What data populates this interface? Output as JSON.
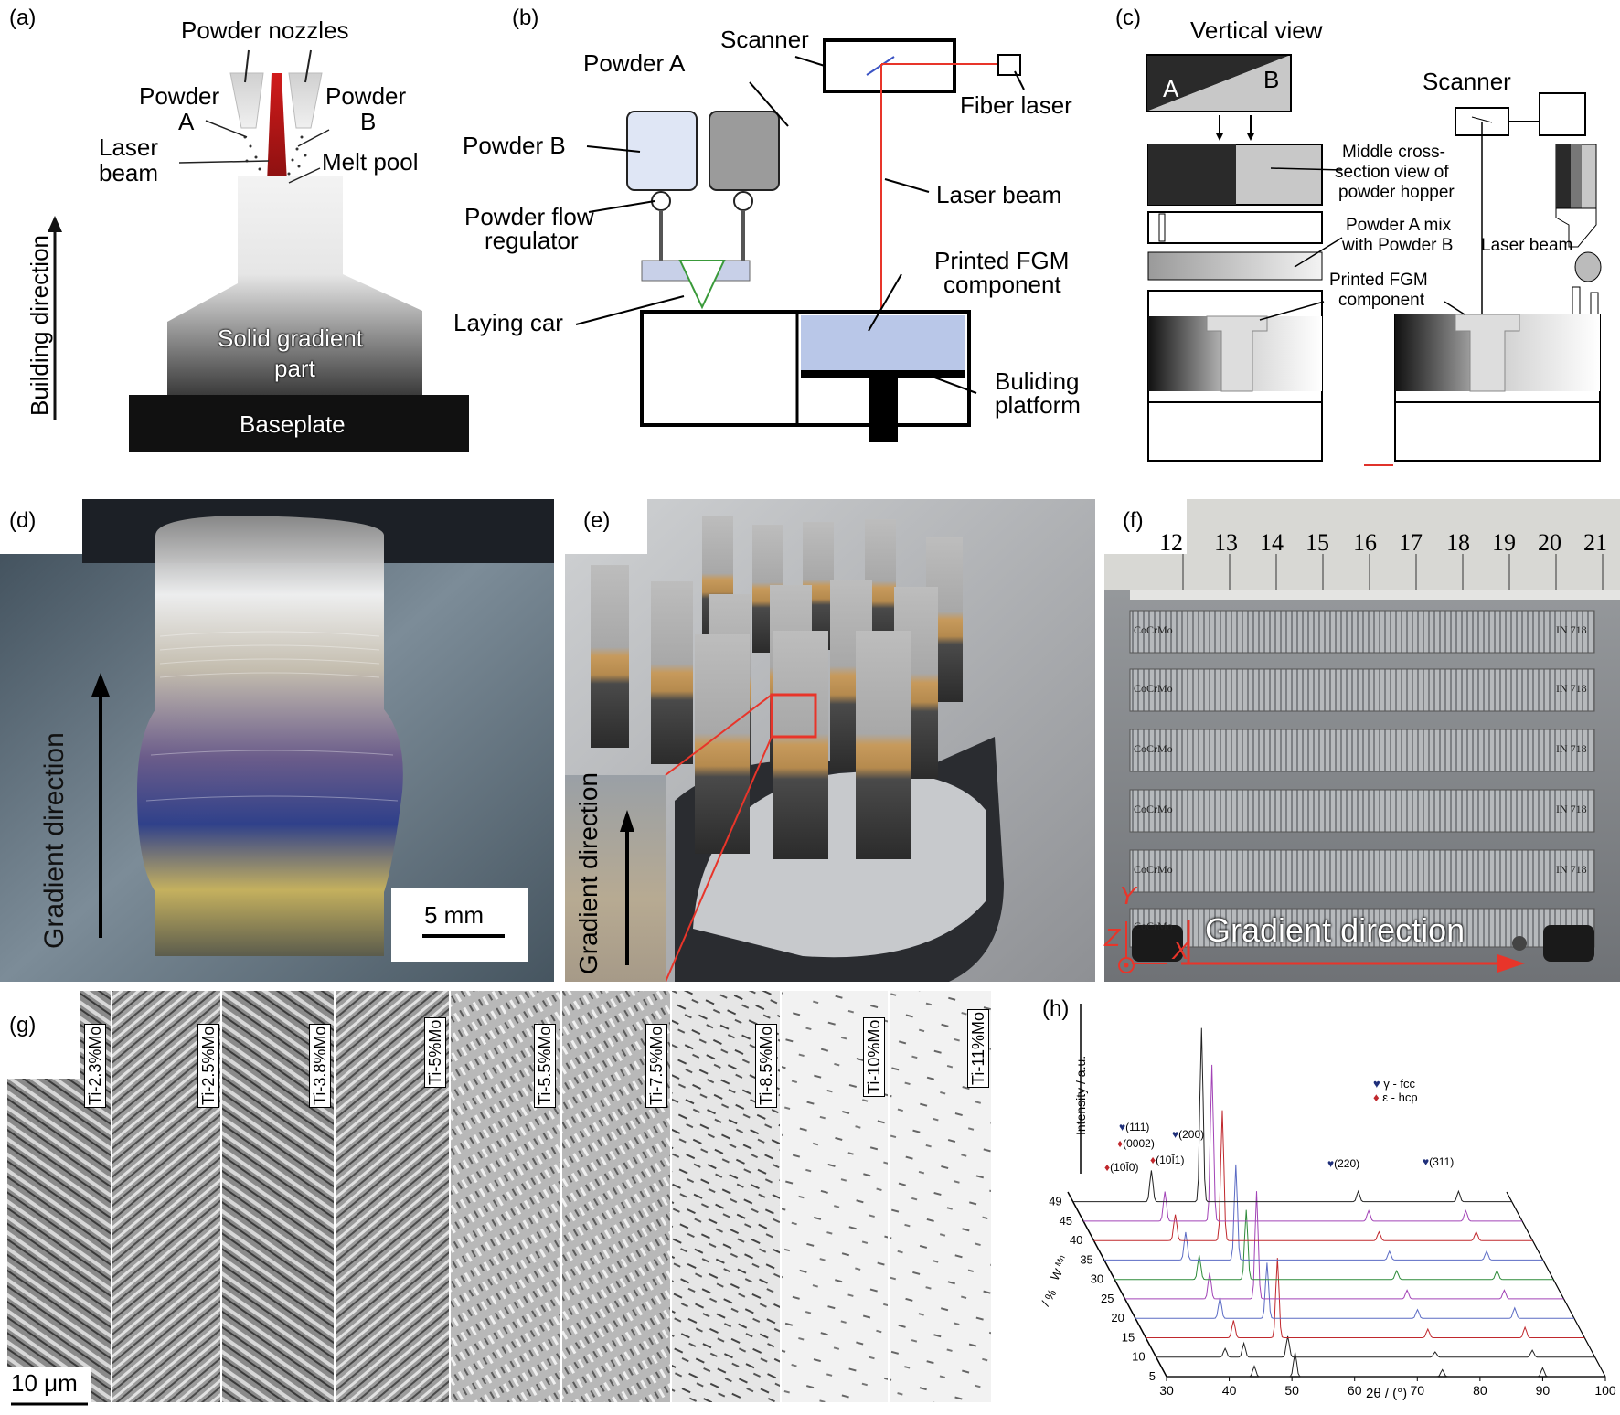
{
  "panels": {
    "a": {
      "label": "(a)",
      "powder_nozzles": "Powder nozzles",
      "powder_a_1": "Powder",
      "powder_a_2": "A",
      "powder_b_1": "Powder",
      "powder_b_2": "B",
      "laser_1": "Laser",
      "laser_2": "beam",
      "melt_pool": "Melt pool",
      "building_direction": "Building direction",
      "part_1": "Solid gradient",
      "part_2": "part",
      "baseplate": "Baseplate"
    },
    "b": {
      "label": "(b)",
      "scanner": "Scanner",
      "powder_a": "Powder A",
      "powder_b": "Powder B",
      "fiber_laser": "Fiber laser",
      "laser_beam": "Laser beam",
      "regulator_1": "Powder flow",
      "regulator_2": "regulator",
      "printed_1": "Printed FGM",
      "printed_2": "component",
      "laying_car": "Laying car",
      "platform_1": "Buliding",
      "platform_2": "platform"
    },
    "c": {
      "label": "(c)",
      "vertical_view": "Vertical view",
      "a": "A",
      "b": "B",
      "scanner": "Scanner",
      "hopper_1": "Middle cross-",
      "hopper_2": "section view of",
      "hopper_3": "powder hopper",
      "mix_1": "Powder A mix",
      "mix_2": "with Powder B",
      "laser_beam": "Laser beam",
      "fgm_1": "Printed FGM",
      "fgm_2": "component"
    },
    "d": {
      "label": "(d)",
      "gradient_direction": "Gradient direction",
      "scale": "5 mm"
    },
    "e": {
      "label": "(e)",
      "gradient_direction": "Gradient direction"
    },
    "f": {
      "label": "(f)",
      "ruler_numbers": [
        "12",
        "13",
        "14",
        "15",
        "16",
        "17",
        "18",
        "19",
        "20",
        "21"
      ],
      "bar_left": "CoCrMo",
      "bar_right": "IN 718",
      "axis_y": "Y",
      "axis_z": "Z",
      "axis_x": "X",
      "gradient_direction": "Gradient direction"
    },
    "g": {
      "label": "(g)",
      "compositions": [
        "Ti-2.3%Mo",
        "Ti-2.5%Mo",
        "Ti-3.8%Mo",
        "Ti-5%Mo",
        "Ti-5.5%Mo",
        "Ti-7.5%Mo",
        "Ti-8.5%Mo",
        "Ti-10%Mo",
        "Ti-11%Mo"
      ],
      "scale": "10 μm"
    },
    "h": {
      "label": "(h)",
      "ylabel": "Intensity / a.u.",
      "zlabel": "W",
      "zlabel_2": "Mn",
      "zlabel_3": "/ %",
      "xlabel": "2θ / (°)",
      "legend": [
        {
          "symbol": "♥",
          "text": "γ - fcc",
          "color": "#1f2f7a"
        },
        {
          "symbol": "♦",
          "text": "ε - hcp",
          "color": "#c0282d"
        }
      ],
      "peak_labels": [
        {
          "text": "(111)",
          "phase": "fcc"
        },
        {
          "text": "(200)",
          "phase": "fcc"
        },
        {
          "text": "(0002)",
          "phase": "hcp"
        },
        {
          "text": "(10Ī1)",
          "phase": "hcp"
        },
        {
          "text": "(10Ī0)",
          "phase": "hcp"
        },
        {
          "text": "(220)",
          "phase": "fcc"
        },
        {
          "text": "(311)",
          "phase": "fcc"
        }
      ]
    }
  },
  "chart_data": {
    "type": "line",
    "title": "",
    "xlabel": "2θ / (°)",
    "ylabel": "Intensity / a.u.",
    "x_ticks": [
      30,
      40,
      50,
      60,
      70,
      80,
      90,
      100
    ],
    "xlim": [
      30,
      100
    ],
    "series": [
      {
        "name": "5",
        "peaks": [
          {
            "x": 44,
            "h": 0.06
          },
          {
            "x": 50.5,
            "h": 0.14
          },
          {
            "x": 74,
            "h": 0.04
          },
          {
            "x": 90,
            "h": 0.05
          }
        ],
        "color": "#222222"
      },
      {
        "name": "10",
        "peaks": [
          {
            "x": 41,
            "h": 0.05
          },
          {
            "x": 44,
            "h": 0.08
          },
          {
            "x": 51,
            "h": 0.12
          },
          {
            "x": 74.5,
            "h": 0.03
          },
          {
            "x": 90,
            "h": 0.04
          }
        ],
        "color": "#222222"
      },
      {
        "name": "15",
        "peaks": [
          {
            "x": 44,
            "h": 0.1
          },
          {
            "x": 51,
            "h": 0.46
          },
          {
            "x": 75,
            "h": 0.05
          },
          {
            "x": 90.5,
            "h": 0.06
          }
        ],
        "color": "#c0282d"
      },
      {
        "name": "20",
        "peaks": [
          {
            "x": 43.5,
            "h": 0.12
          },
          {
            "x": 51,
            "h": 0.32
          },
          {
            "x": 75,
            "h": 0.05
          },
          {
            "x": 90.5,
            "h": 0.06
          }
        ],
        "color": "#5b6bc4"
      },
      {
        "name": "25",
        "peaks": [
          {
            "x": 43.5,
            "h": 0.15
          },
          {
            "x": 51,
            "h": 0.62
          },
          {
            "x": 75,
            "h": 0.05
          },
          {
            "x": 90.5,
            "h": 0.05
          }
        ],
        "color": "#a243b6"
      },
      {
        "name": "30",
        "peaks": [
          {
            "x": 43.5,
            "h": 0.14
          },
          {
            "x": 51,
            "h": 0.4
          },
          {
            "x": 75,
            "h": 0.05
          },
          {
            "x": 91,
            "h": 0.05
          }
        ],
        "color": "#2e8b3a"
      },
      {
        "name": "35",
        "peaks": [
          {
            "x": 43,
            "h": 0.16
          },
          {
            "x": 51,
            "h": 0.55
          },
          {
            "x": 75.5,
            "h": 0.05
          },
          {
            "x": 91,
            "h": 0.05
          }
        ],
        "color": "#5b6bc4"
      },
      {
        "name": "40",
        "peaks": [
          {
            "x": 43,
            "h": 0.15
          },
          {
            "x": 50.5,
            "h": 0.75
          },
          {
            "x": 75.5,
            "h": 0.05
          },
          {
            "x": 91,
            "h": 0.05
          }
        ],
        "color": "#c0282d"
      },
      {
        "name": "45",
        "peaks": [
          {
            "x": 43,
            "h": 0.17
          },
          {
            "x": 50.5,
            "h": 0.9
          },
          {
            "x": 75.5,
            "h": 0.06
          },
          {
            "x": 91,
            "h": 0.06
          }
        ],
        "color": "#a243b6"
      },
      {
        "name": "49",
        "peaks": [
          {
            "x": 42.5,
            "h": 0.18
          },
          {
            "x": 50.5,
            "h": 1.0
          },
          {
            "x": 75.5,
            "h": 0.06
          },
          {
            "x": 91.5,
            "h": 0.06
          }
        ],
        "color": "#222222"
      }
    ]
  },
  "colors": {
    "arrow_red": "#e0322b",
    "laser_red": "#e8352a",
    "panel_dark": "#222222"
  }
}
